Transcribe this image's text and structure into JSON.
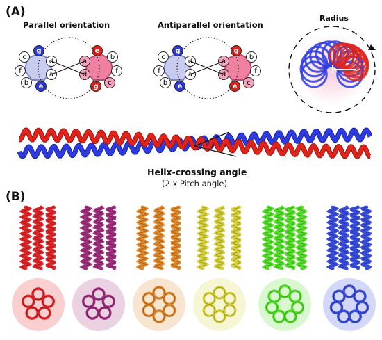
{
  "panels": {
    "a": {
      "label": "(A)"
    },
    "b": {
      "label": "(B)"
    }
  },
  "orientation": {
    "parallel": {
      "title": "Parallel orientation",
      "left_wheel": {
        "a": "a",
        "b": "b",
        "c": "c",
        "d": "d",
        "e": "e",
        "f": "f",
        "g": "g"
      },
      "right_wheel": {
        "a": "a",
        "b": "b",
        "c": "c",
        "d": "d",
        "e": "e",
        "f": "f",
        "g": "g"
      }
    },
    "antiparallel": {
      "title": "Antiparallel orientation",
      "left_wheel": {
        "a": "a",
        "b": "b",
        "c": "c",
        "d": "d",
        "e": "e",
        "f": "f",
        "g": "g"
      },
      "right_wheel": {
        "a": "a",
        "b": "b",
        "c": "c",
        "d": "d",
        "e": "e",
        "f": "f",
        "g": "g"
      }
    }
  },
  "radius": {
    "label": "Radius"
  },
  "crossing": {
    "title": "Helix-crossing angle",
    "subtitle": "(2 x Pitch angle)"
  },
  "colors": {
    "blue_helix": "#2d3be0",
    "red_helix": "#e0241c",
    "light_blue": "#c8cdf0",
    "light_pink": "#f07fa0",
    "bundles": [
      "#e2262a",
      "#a0307e",
      "#e0882a",
      "#d8d23a",
      "#55e02a",
      "#3a4ee0"
    ]
  }
}
